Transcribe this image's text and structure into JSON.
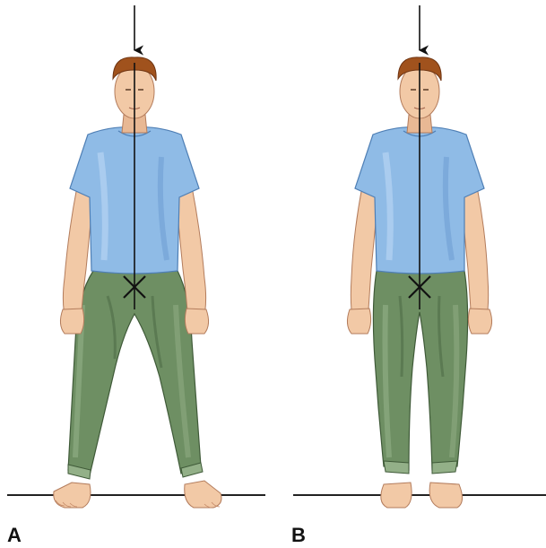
{
  "panels": [
    {
      "label": "A",
      "stance": "wide"
    },
    {
      "label": "B",
      "stance": "narrow"
    }
  ],
  "colors": {
    "skin": "#f2c9a6",
    "skin_shadow": "#d9a07c",
    "hair": "#a0521d",
    "hair_dark": "#6e3412",
    "shirt": "#8fbbe6",
    "shirt_shadow": "#6f9fd3",
    "shirt_light": "#b5d3f2",
    "pants": "#6e8f63",
    "pants_shadow": "#4f6c47",
    "pants_light": "#93b088",
    "line": "#111111",
    "ground": "#222222"
  },
  "icons": [
    "arrow-down-icon",
    "x-mark-icon"
  ]
}
